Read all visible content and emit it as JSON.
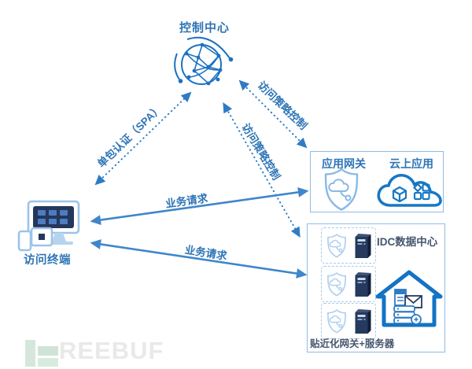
{
  "diagram": {
    "control_center": {
      "label": "控制中心",
      "icon": "network-globe-icon"
    },
    "access_terminal": {
      "label": "访问终端",
      "icon": "terminal-devices-icon"
    },
    "gateway_box": {
      "app_gateway_label": "应用网关",
      "app_gateway_icon": "shield-cloud-icon",
      "cloud_app_label": "云上应用",
      "cloud_app_icon": "cloud-apps-icon"
    },
    "idc_box": {
      "title": "IDC数据中心",
      "footer": "贴近化网关+服务器",
      "server_rows": 3,
      "row_icons": [
        "shield-cloud-icon",
        "server-tower-icon"
      ],
      "datacenter_icon": "house-data-icon"
    },
    "arrows": {
      "spa": {
        "label": "单包认证（SPA）",
        "style": "dotted",
        "from": "access_terminal",
        "to": "control_center"
      },
      "policy_top": {
        "label": "访问策略控制",
        "style": "dotted",
        "from": "control_center",
        "to": "gateway_box"
      },
      "policy_bottom": {
        "label": "访问策略控制",
        "style": "dotted",
        "from": "control_center",
        "to": "idc_box"
      },
      "biz_top": {
        "label": "业务请求",
        "style": "solid",
        "from": "access_terminal",
        "to": "gateway_box"
      },
      "biz_bottom": {
        "label": "业务请求",
        "style": "solid",
        "from": "access_terminal",
        "to": "idc_box"
      }
    }
  },
  "watermark": {
    "text": "REEBUF",
    "logo": "freebuf-logo"
  },
  "colors": {
    "label_blue": "#2e75b6",
    "dark_label": "#46566e",
    "arrow_solid": "#3f86ca",
    "arrow_dotted": "#2f7cc5",
    "box_border": "#8fbce4",
    "icon_light_blue": "#9cc3e9",
    "icon_bold_blue": "#1778c5",
    "server_navy": "#243a5e",
    "watermark_green": "#d5e7dc",
    "watermark_gray": "#e9e9e9"
  }
}
